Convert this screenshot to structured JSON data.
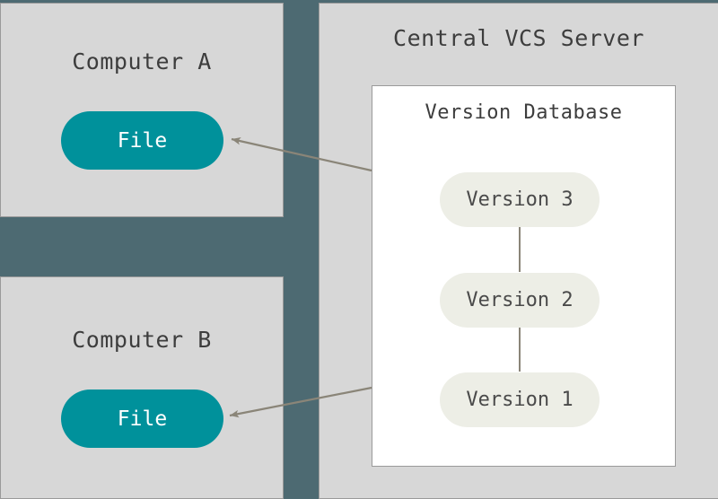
{
  "diagram": {
    "type": "centralized-version-control-system",
    "background_color": "#4d6a72",
    "panel_color": "#d7d7d7",
    "panel_border_color": "#9a9a9a",
    "file_color": "#00919b",
    "version_color": "#edeee6",
    "arrow_color": "#8a8578",
    "text_color": "#3d3d3d"
  },
  "computer_a": {
    "title": "Computer A",
    "file_label": "File"
  },
  "computer_b": {
    "title": "Computer B",
    "file_label": "File"
  },
  "server": {
    "title": "Central VCS Server",
    "database_title": "Version Database",
    "versions": [
      {
        "label": "Version 3"
      },
      {
        "label": "Version 2"
      },
      {
        "label": "Version 1"
      }
    ]
  },
  "connections": [
    {
      "from": "Version Database",
      "to": "Computer A File",
      "direction": "to-client"
    },
    {
      "from": "Version Database",
      "to": "Computer B File",
      "direction": "to-client"
    }
  ]
}
